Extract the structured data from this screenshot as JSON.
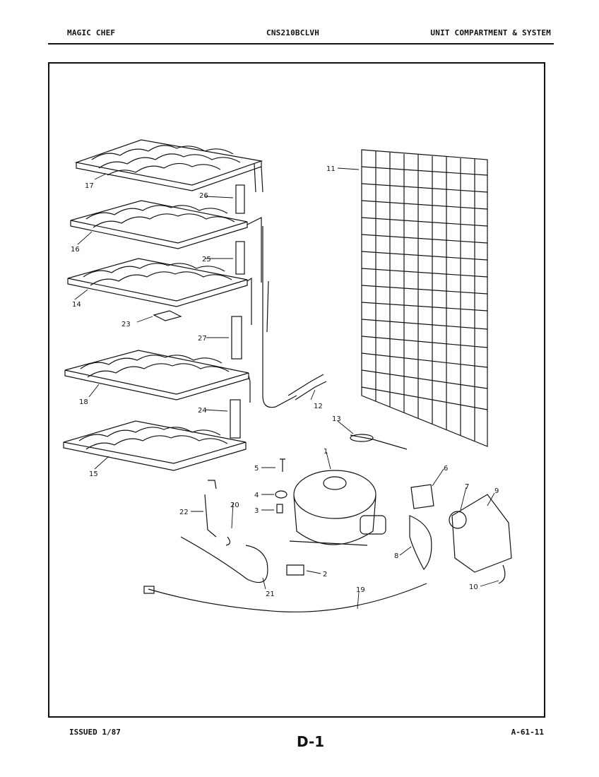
{
  "header": {
    "brand": "MAGIC CHEF",
    "model": "CNS210BCLVH",
    "section": "UNIT COMPARTMENT & SYSTEM"
  },
  "footer": {
    "issued": "ISSUED 1/87",
    "page": "D-1",
    "code": "A-61-11"
  },
  "callouts": [
    "1",
    "2",
    "3",
    "4",
    "5",
    "6",
    "7",
    "8",
    "9",
    "10",
    "11",
    "12",
    "13",
    "14",
    "15",
    "16",
    "17",
    "18",
    "19",
    "20",
    "21",
    "22",
    "23",
    "24",
    "25",
    "26",
    "27"
  ]
}
